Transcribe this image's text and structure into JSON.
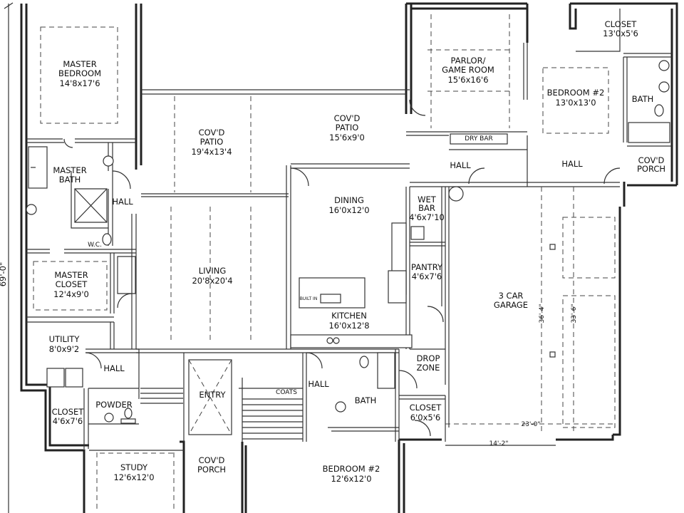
{
  "overall_dimension": "69'-0\"",
  "garage_dimensions": {
    "width_total": "23'-0\"",
    "width_partial": "14'-2\"",
    "depth_left": "36'-4\"",
    "depth_right": "33'-6\""
  },
  "rooms": {
    "master_bedroom": {
      "name1": "MASTER",
      "name2": "BEDROOM",
      "size": "14'8x17'6"
    },
    "master_bath": {
      "name1": "MASTER",
      "name2": "BATH"
    },
    "hall_master": {
      "name": "HALL"
    },
    "wc": {
      "name": "W.C."
    },
    "master_closet": {
      "name1": "MASTER",
      "name2": "CLOSET",
      "size": "12'4x9'0"
    },
    "utility": {
      "name": "UTILITY",
      "size": "8'0x9'2"
    },
    "hall_utility": {
      "name": "HALL"
    },
    "closet_left": {
      "name": "CLOSET",
      "size": "4'6x7'6"
    },
    "powder": {
      "name": "POWDER"
    },
    "study": {
      "name": "STUDY",
      "size": "12'6x12'0"
    },
    "patio_left": {
      "name1": "COV'D",
      "name2": "PATIO",
      "size": "19'4x13'4"
    },
    "patio_right": {
      "name1": "COV'D",
      "name2": "PATIO",
      "size": "15'6x9'0"
    },
    "living": {
      "name": "LIVING",
      "size": "20'8x20'4"
    },
    "dining": {
      "name": "DINING",
      "size": "16'0x12'0"
    },
    "kitchen": {
      "name": "KITCHEN",
      "size": "16'0x12'8"
    },
    "entry": {
      "name": "ENTRY"
    },
    "coats": {
      "name": "COATS"
    },
    "porch_front": {
      "name1": "COV'D",
      "name2": "PORCH"
    },
    "hall_center": {
      "name": "HALL"
    },
    "bath_center": {
      "name": "BATH"
    },
    "bedroom_front": {
      "name": "BEDROOM #2",
      "size": "12'6x12'0"
    },
    "parlor": {
      "name1": "PARLOR/",
      "name2": "GAME ROOM",
      "size": "15'6x16'6"
    },
    "dry_bar": {
      "name": "DRY BAR"
    },
    "hall_upper_mid": {
      "name": "HALL"
    },
    "closet_top": {
      "name": "CLOSET",
      "size": "13'0x5'6"
    },
    "bedroom_upper": {
      "name": "BEDROOM #2",
      "size": "13'0x13'0"
    },
    "bath_upper": {
      "name": "BATH"
    },
    "hall_upper_right": {
      "name": "HALL"
    },
    "porch_side": {
      "name1": "COV'D",
      "name2": "PORCH"
    },
    "wet_bar": {
      "name1": "WET",
      "name2": "BAR",
      "size": "4'6x7'10"
    },
    "pantry": {
      "name": "PANTRY",
      "size": "4'6x7'6"
    },
    "garage": {
      "name1": "3 CAR",
      "name2": "GARAGE"
    },
    "drop_zone": {
      "name1": "DROP",
      "name2": "ZONE"
    },
    "closet_garage": {
      "name": "CLOSET",
      "size": "6'0x5'6"
    }
  },
  "kitchen_appliance_label": "BUILT IN"
}
